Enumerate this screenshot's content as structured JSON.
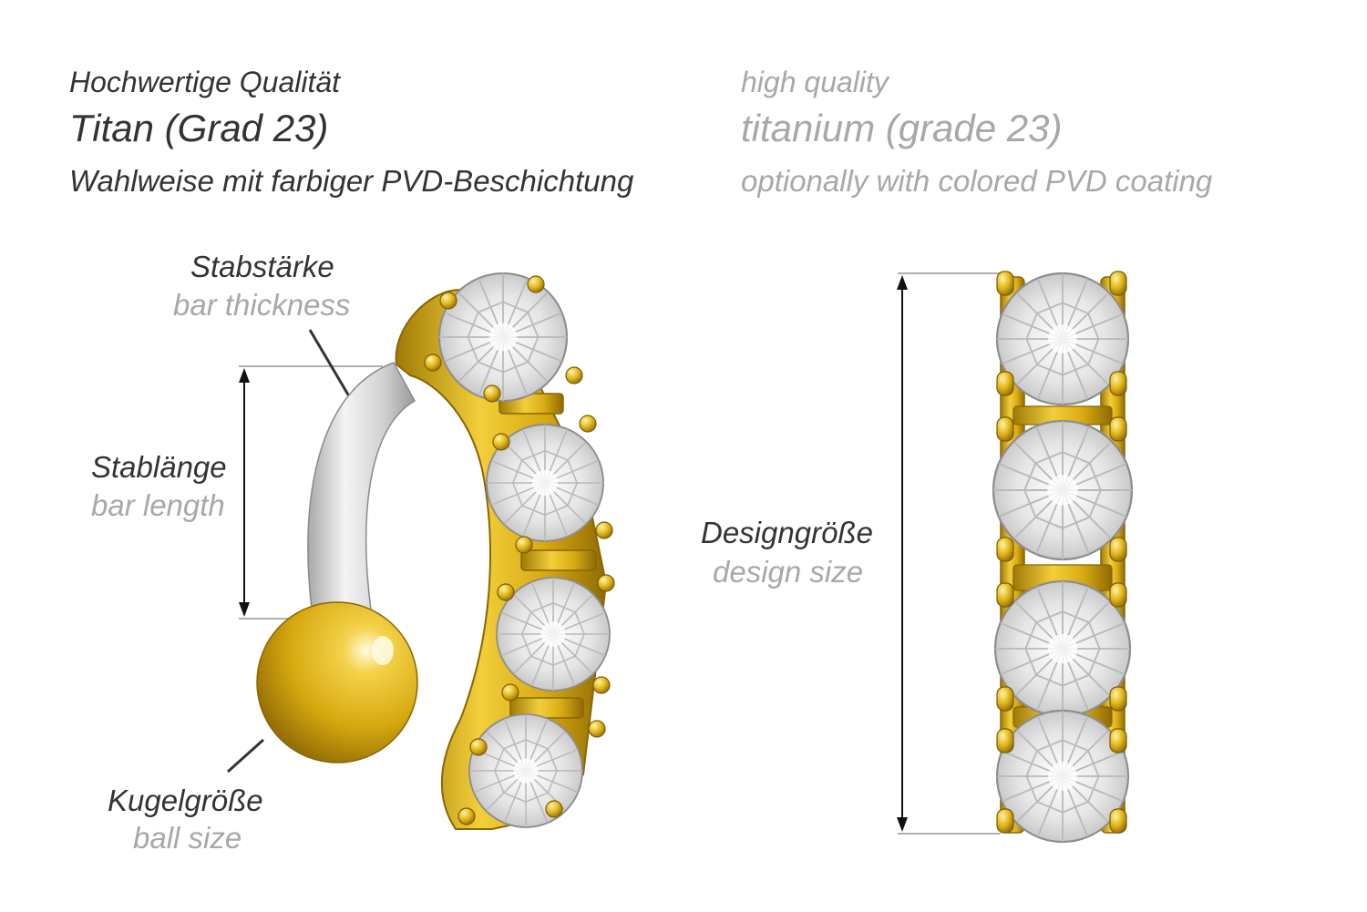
{
  "header": {
    "de": {
      "line1": "Hochwertige Qualität",
      "line2": "Titan (Grad 23)",
      "line3": "Wahlweise mit farbiger PVD-Beschichtung"
    },
    "en": {
      "line1": "high quality",
      "line2": "titanium (grade 23)",
      "line3": "optionally with colored PVD coating"
    }
  },
  "labels": {
    "bar_thickness": {
      "de": "Stabstärke",
      "en": "bar thickness"
    },
    "bar_length": {
      "de": "Stablänge",
      "en": "bar length"
    },
    "ball_size": {
      "de": "Kugelgröße",
      "en": "ball size"
    },
    "design_size": {
      "de": "Designgröße",
      "en": "design size"
    }
  },
  "colors": {
    "gold": "#e2b81c",
    "gold_dark": "#9c7606",
    "gold_light": "#fff0a0",
    "silver": "#d8d8d8",
    "gem": "#eeeeee",
    "text_dark": "#333333",
    "text_grey": "#a8a8a8",
    "line": "#aaaaaa"
  }
}
